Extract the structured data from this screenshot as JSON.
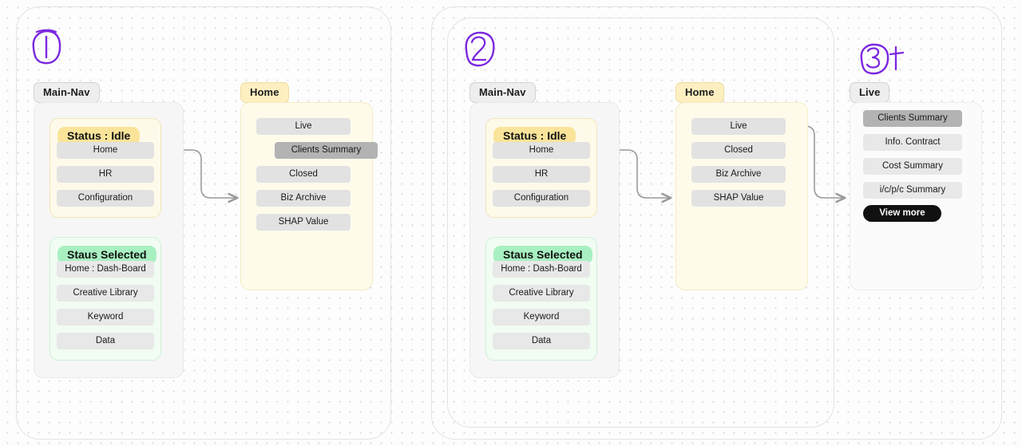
{
  "groups": [
    {
      "marker": "1",
      "mainnav": {
        "label": "Main-Nav",
        "idle": {
          "badge": "Status : Idle",
          "items": [
            "Home",
            "HR",
            "Configuration"
          ]
        },
        "selected": {
          "badge": "Staus  Selected",
          "items": [
            "Home : Dash-Board",
            "Creative Library",
            "Keyword",
            "Data"
          ]
        }
      },
      "home": {
        "label": "Home",
        "items": [
          {
            "text": "Live",
            "state": "normal"
          },
          {
            "text": "Clients Summary",
            "state": "active"
          },
          {
            "text": "Closed",
            "state": "normal"
          },
          {
            "text": "Biz Archive",
            "state": "normal"
          },
          {
            "text": "SHAP Value",
            "state": "normal"
          }
        ]
      }
    },
    {
      "marker": "2",
      "mainnav": {
        "label": "Main-Nav",
        "idle": {
          "badge": "Status : Idle",
          "items": [
            "Home",
            "HR",
            "Configuration"
          ]
        },
        "selected": {
          "badge": "Staus  Selected",
          "items": [
            "Home : Dash-Board",
            "Creative Library",
            "Keyword",
            "Data"
          ]
        }
      },
      "home": {
        "label": "Home",
        "items": [
          {
            "text": "Live",
            "state": "normal"
          },
          {
            "text": "Closed",
            "state": "normal"
          },
          {
            "text": "Biz Archive",
            "state": "normal"
          },
          {
            "text": "SHAP Value",
            "state": "normal"
          }
        ]
      }
    },
    {
      "marker": "3",
      "live": {
        "label": "Live",
        "items": [
          {
            "text": "Clients Summary",
            "state": "active"
          },
          {
            "text": "Info. Contract",
            "state": "normal"
          },
          {
            "text": "Cost Summary",
            "state": "normal"
          },
          {
            "text": "i/c/p/c Summary",
            "state": "normal"
          }
        ],
        "view_more": "View more"
      }
    }
  ],
  "colors": {
    "annotation": "#7b28e0",
    "connector": "#9a9a9a",
    "badge_yellow": "#f9e49a",
    "badge_green": "#a8f0c1",
    "row_default": "#e2e2e2",
    "row_active": "#b3b3b3",
    "row_dark": "#111111",
    "panel_cream": "#fefbea",
    "panel_grey": "#f6f6f6"
  }
}
